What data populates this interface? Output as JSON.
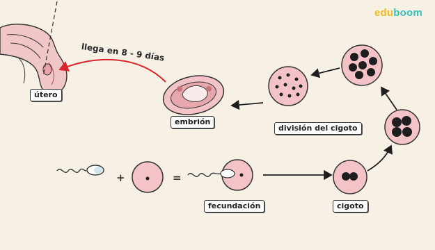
{
  "logo": {
    "part1": "edu",
    "part2": "boom"
  },
  "caption_arrival": "llega en 8 - 9 días",
  "labels": {
    "utero": "útero",
    "embrion": "embrión",
    "division": "división del cigoto",
    "fecundacion": "fecundación",
    "cigoto": "cigoto"
  },
  "operators": {
    "plus": "+",
    "equals": "="
  },
  "icons": [
    "uterus-icon",
    "embryo-icon",
    "sperm-icon",
    "ovum-icon",
    "zygote-icon",
    "cell-division-icon",
    "arrow-icon"
  ],
  "colors": {
    "background": "#f6f1e4",
    "cell_fill": "#f3c3c7",
    "nucleus": "#1e1e1e",
    "arrow_red": "#d8262c",
    "outline": "#333333",
    "logo_edu": "#f2b824",
    "logo_boom": "#34c2b6"
  }
}
